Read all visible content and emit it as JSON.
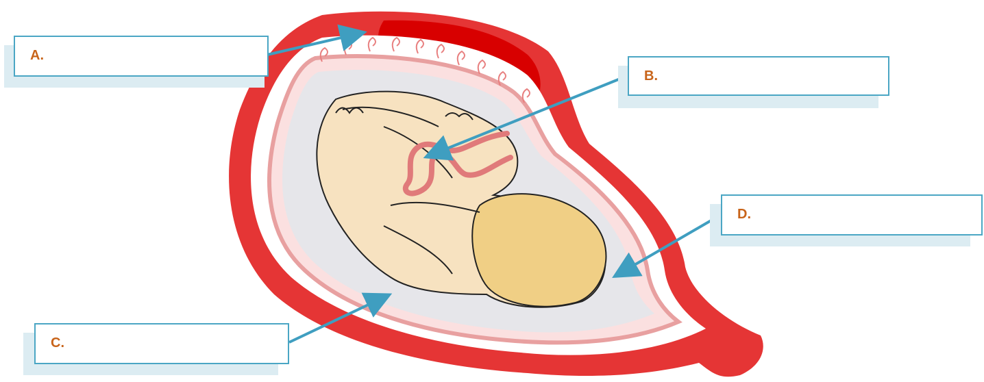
{
  "labels": [
    {
      "id": "A",
      "text": "A."
    },
    {
      "id": "B",
      "text": "B."
    },
    {
      "id": "C",
      "text": "C."
    },
    {
      "id": "D",
      "text": "D."
    }
  ],
  "colors": {
    "label_text": "#c8641a",
    "box_border": "#4aa6c4",
    "arrow": "#3f9ec0",
    "uterus_wall": "#e03030",
    "placenta": "#e00000",
    "amniotic_fluid": "#e4e4e8",
    "fetus_skin": "#f7e2c0",
    "fetus_head": "#f0cf85",
    "umbilical_cord": "#e07a7a"
  },
  "icons": [
    "uterus-wall",
    "placenta",
    "fetus",
    "umbilical-cord",
    "amniotic-sac"
  ]
}
